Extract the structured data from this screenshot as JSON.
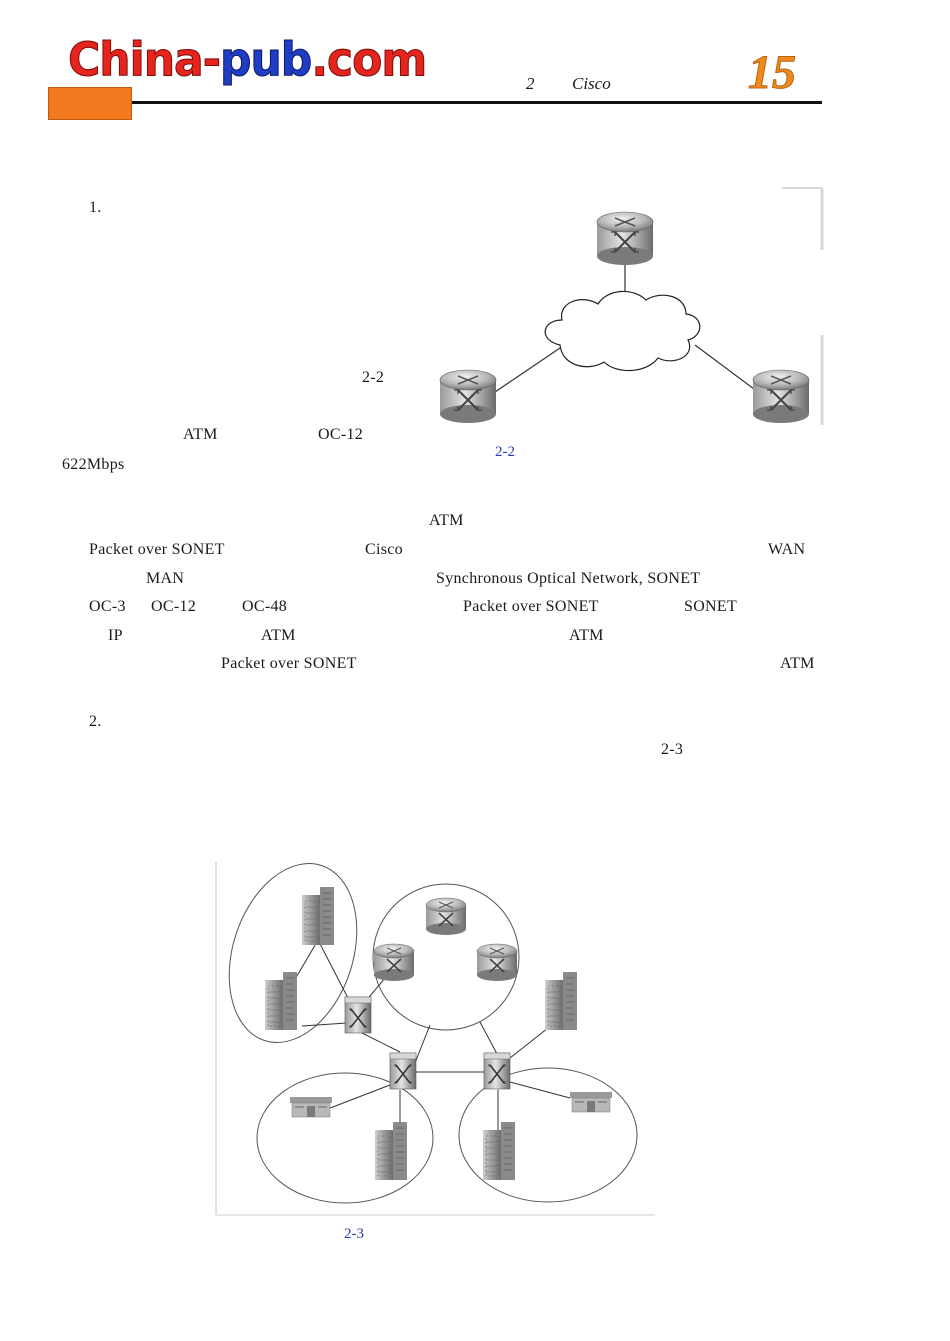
{
  "header": {
    "logo_part1": "China-",
    "logo_part2": "pub",
    "logo_part3": ".com",
    "chapter_num": "2",
    "chapter_name": "Cisco",
    "page_number": "15"
  },
  "section1": {
    "number": "1.",
    "ref_fig": "2-2",
    "atm": "ATM",
    "oc12": "OC-12",
    "speed": "622Mbps",
    "figure_caption": "2-2"
  },
  "paragraph": {
    "l1_atm": "ATM",
    "l2_pos": "Packet over SONET",
    "l2_cisco": "Cisco",
    "l2_wan": "WAN",
    "l3_man": "MAN",
    "l3_sonet": "Synchronous Optical Network, SONET",
    "l4_oc3": "OC-3",
    "l4_oc12": "OC-12",
    "l4_oc48": "OC-48",
    "l4_pos": "Packet over SONET",
    "l4_sonet": "SONET",
    "l5_ip": "IP",
    "l5_atm1": "ATM",
    "l5_atm2": "ATM",
    "l6_pos": "Packet over SONET",
    "l6_atm": "ATM"
  },
  "section2": {
    "number": "2.",
    "ref_fig": "2-3",
    "figure_caption": "2-3"
  }
}
